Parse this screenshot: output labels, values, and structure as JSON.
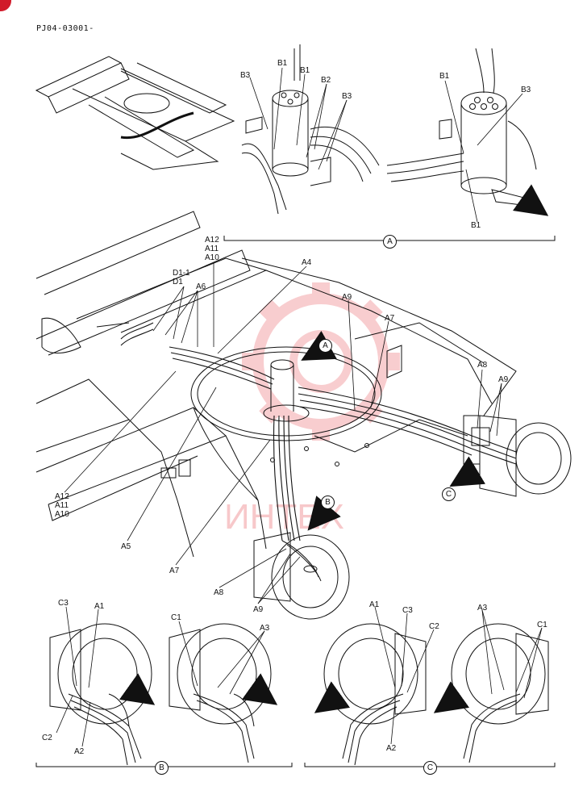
{
  "document": {
    "code": "PJ04-03001-",
    "watermark": "ИНТЕХ"
  },
  "colors": {
    "line": "#111111",
    "watermark": "#f3a5a8",
    "badge": "#d11a2a"
  },
  "views": {
    "A": "A",
    "B": "B",
    "C": "C"
  },
  "callouts": {
    "topA": {
      "b1_left": "B1",
      "b1_mid": "B1",
      "b2": "B2",
      "b3_left": "B3",
      "b3_mid": "B3",
      "b1_right_top": "B1",
      "b3_right": "B3",
      "b1_right_bottom": "B1"
    },
    "main": {
      "a12_top": [
        "A12",
        "A11",
        "A10"
      ],
      "d1_group": [
        "D1-1",
        "D1"
      ],
      "a6": "A6",
      "a4": "A4",
      "a9_top": "A9",
      "a7_top": "A7",
      "a8_right": "A8",
      "a9_right": "A9",
      "a12_bottom": [
        "A12",
        "A11",
        "A10"
      ],
      "a5": "A5",
      "a7_bottom": "A7",
      "a8_bottom": "A8",
      "a9_bottom": "A9"
    },
    "bottomB": {
      "c3": "C3",
      "a1": "A1",
      "c2": "C2",
      "a2": "A2",
      "c1": "C1",
      "a3": "A3"
    },
    "bottomC": {
      "a1": "A1",
      "c3": "C3",
      "c2": "C2",
      "a2": "A2",
      "a3": "A3",
      "c1": "C1"
    }
  }
}
